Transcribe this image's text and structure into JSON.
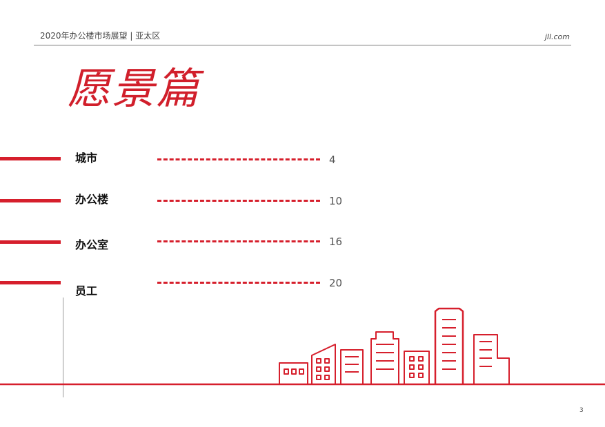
{
  "header": {
    "title": "2020年办公楼市场展望 | 亚太区",
    "brand": "jll.com"
  },
  "section_title": "愿景篇",
  "toc": [
    {
      "label": "城市",
      "page": "4"
    },
    {
      "label": "办公楼",
      "page": "10"
    },
    {
      "label": "办公室",
      "page": "16"
    },
    {
      "label": "员工",
      "page": "20"
    }
  ],
  "footer": {
    "page_number": "3"
  },
  "colors": {
    "accent": "#d61f2c",
    "rule": "#777777"
  }
}
